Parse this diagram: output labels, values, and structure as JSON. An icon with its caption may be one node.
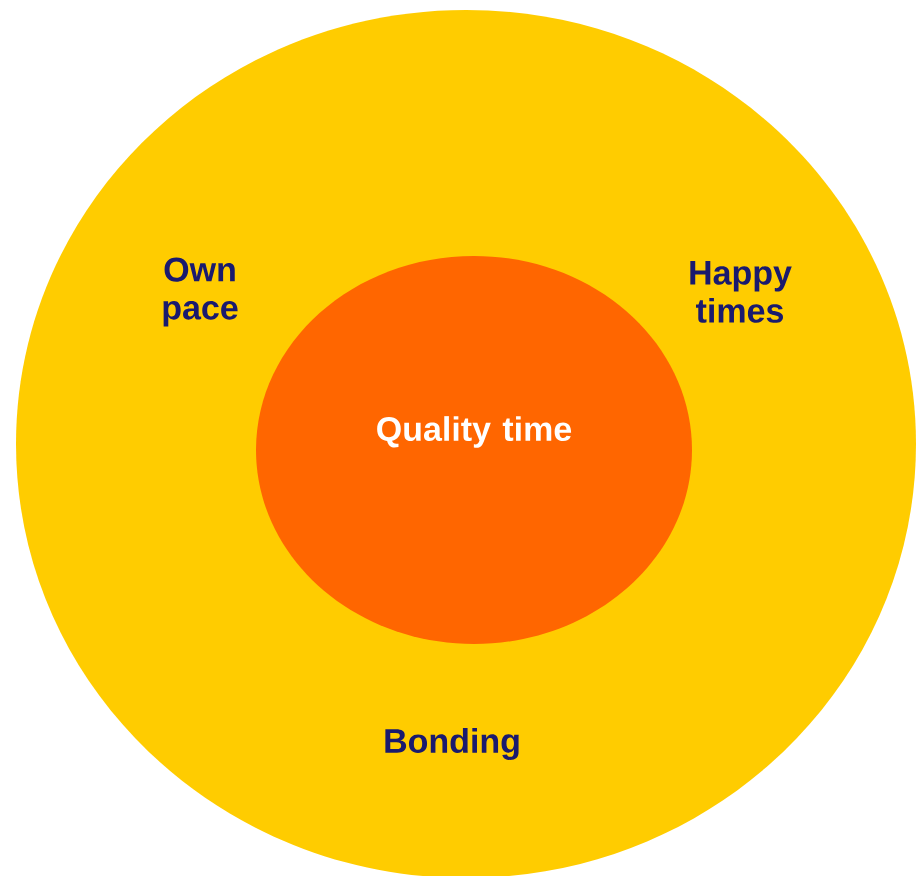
{
  "diagram": {
    "nodes": [
      {
        "text": [
          "Own pace",
          "Happy times",
          "Bonding"
        ]
      },
      {
        "text": [
          "Quality time"
        ],
        "in": 0
      }
    ]
  }
}
